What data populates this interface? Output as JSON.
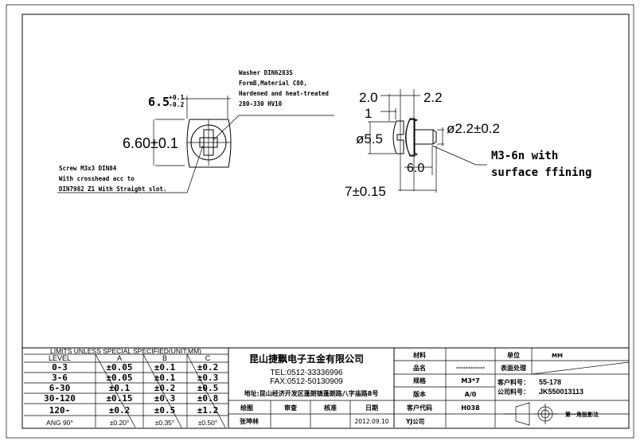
{
  "top_view": {
    "width_dim": "6.5",
    "width_tol_plus": "+0.1",
    "width_tol_minus": "-0.2",
    "height_dim": "6.60±0.1",
    "washer_note": [
      "Washer DIN6283S",
      "FormB,Material C80,",
      "Hardened and heat-treated",
      "280-330 HV10"
    ],
    "screw_note": [
      "Screw M3x3 DIN84",
      "With crosshead acc to",
      "DIN7982 Z1 With Straight slot."
    ]
  },
  "side_view": {
    "dim_head_thk": "2.0",
    "dim_washer": "2.2",
    "dim_one": "1",
    "dim_head_dia": "ø5.5",
    "dim_shank_dia": "ø2.2±0.2",
    "dim_thread_len": "6.0",
    "dim_total_len": "7±0.15",
    "thread_note": [
      "M3-6n with",
      "surface ffining"
    ]
  },
  "tolerance_table": {
    "title": "LIMITS UNLESS SPECIAL SPECIFIED(UNIT:MM)",
    "headers": [
      "LEVEL",
      "A",
      "B",
      "C"
    ],
    "rows": [
      [
        "0-3",
        "±0.05",
        "±0.1",
        "±0.2"
      ],
      [
        "3-6",
        "±0.05",
        "±0.1",
        "±0.3"
      ],
      [
        "6-30",
        "±0.1",
        "±0.2",
        "±0.5"
      ],
      [
        "30-120",
        "±0.15",
        "±0.3",
        "±0.8"
      ],
      [
        "120-",
        "±0.2",
        "±0.5",
        "±1.2"
      ],
      [
        "ANG 90°",
        "±0.20°",
        "±0.35°",
        "±0.50°"
      ]
    ]
  },
  "company": {
    "name": "昆山捷飘电子五金有限公司",
    "tel": "TEL:0512-33336996",
    "fax": "FAX:0512-50130909",
    "address": "地址:昆山经济开发区蓬朗镇蓬朗路八字庙路8号"
  },
  "signoff": {
    "labels": [
      "绘图",
      "审查",
      "核准",
      "日期"
    ],
    "drawer": "张坤林",
    "date": "2012.09.10"
  },
  "info": {
    "material_label": "材料",
    "material_value": "",
    "unit_label": "单位",
    "unit_value": "MM",
    "name_label": "品名",
    "name_value": "************",
    "surface_label": "表面处理",
    "spec_label": "规格",
    "spec_value": "M3*7",
    "customer_part_label": "客户料号：",
    "customer_part_value": "55-178",
    "company_part_label": "公司料号：",
    "company_part_value": "JK550013113",
    "version_label": "版本",
    "version_value": "A/0",
    "customer_code_label": "客户代码",
    "customer_code_value": "H038",
    "customer_name": "YJ公司",
    "projection_label": "第一角投影法"
  }
}
